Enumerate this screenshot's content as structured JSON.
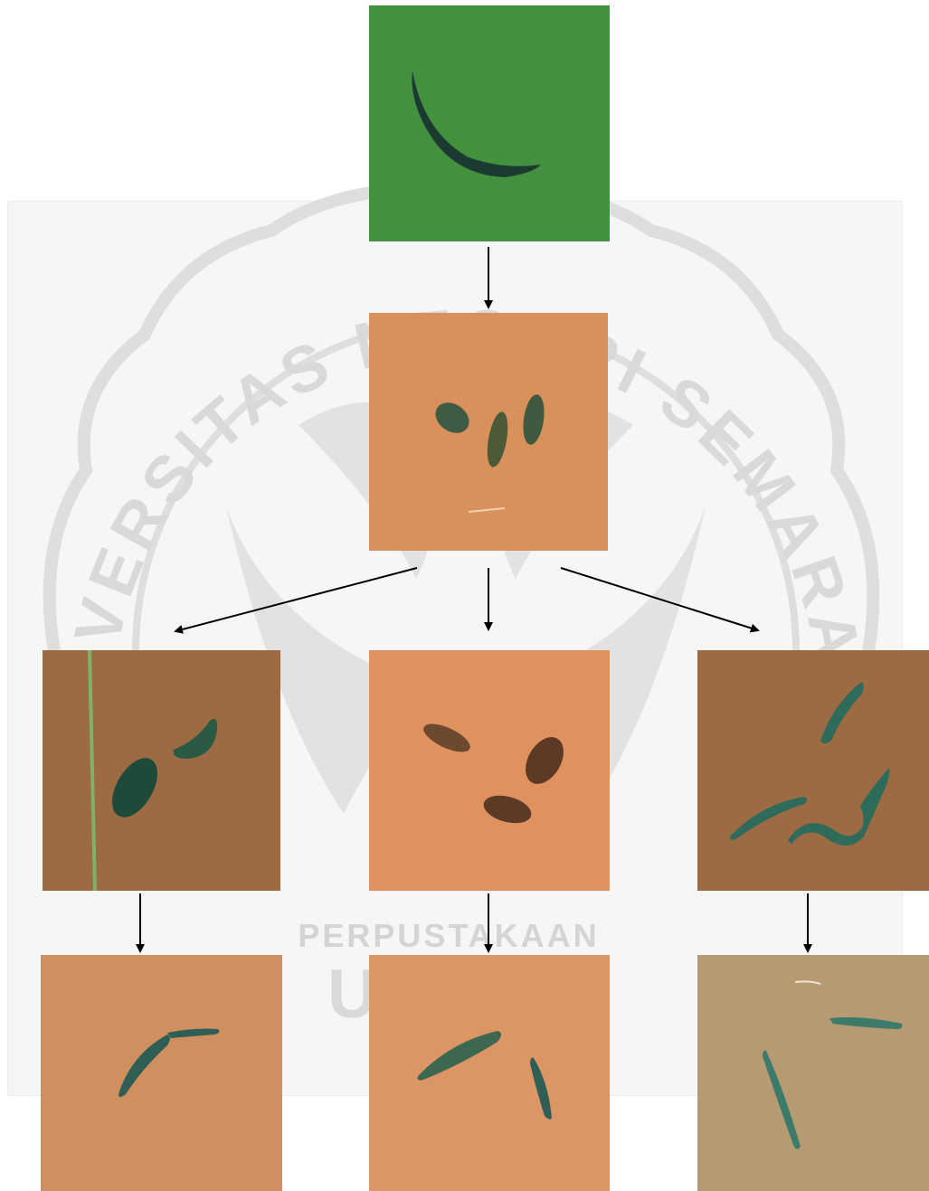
{
  "watermark": {
    "arc_text": "UNIVERSITAS NEGERI SEMARANG",
    "library_text": "PERPUSTAKAAN",
    "bottom_text": "UNNES",
    "color": "#d9d9d9"
  },
  "colors": {
    "arrow": "#000000",
    "green_background": "#3f8a3c",
    "orange_background": "#d8915a",
    "brown_background": "#9c6a43",
    "olive_background": "#b69a72",
    "planarian_dark": "#1f3f35",
    "planarian_teal": "#2f6f64"
  },
  "panels": [
    {
      "id": "parent",
      "background": "green"
    },
    {
      "id": "fragments",
      "background": "orange"
    },
    {
      "id": "anterior-regeneration",
      "background": "brown"
    },
    {
      "id": "middle-regeneration",
      "background": "orange"
    },
    {
      "id": "posterior-regeneration",
      "background": "brown"
    },
    {
      "id": "anterior-result",
      "background": "orange"
    },
    {
      "id": "middle-result",
      "background": "orange"
    },
    {
      "id": "posterior-result",
      "background": "olive"
    }
  ]
}
